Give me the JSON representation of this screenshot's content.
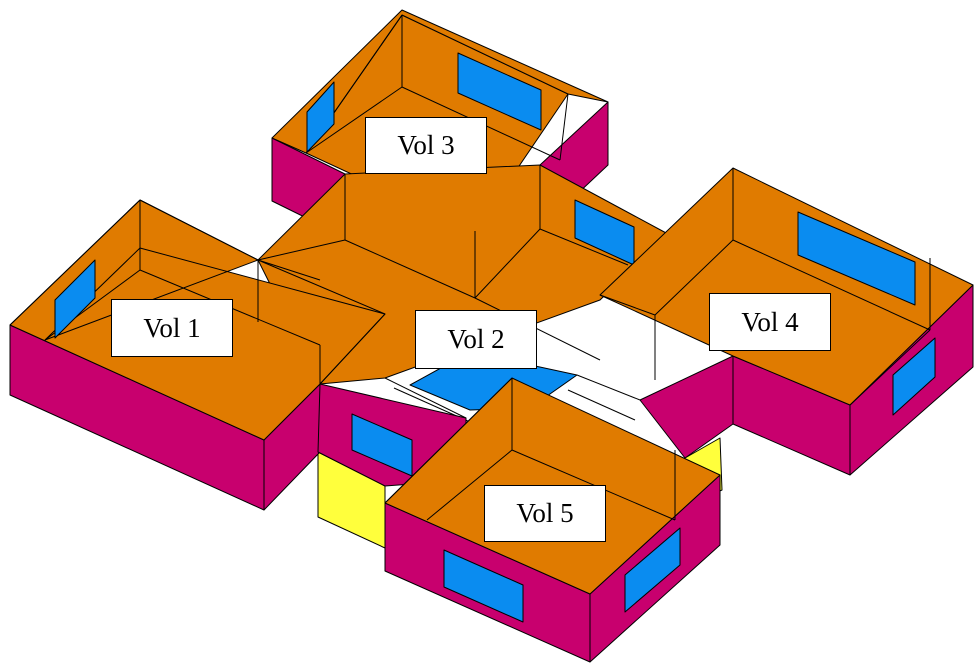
{
  "colors": {
    "floor": "#E07B00",
    "wall": "#E07B00",
    "exterior": "#C8006E",
    "window": "#0A8CF0",
    "yellow": "#FFFF3C",
    "outline": "#000000"
  },
  "volumes": [
    {
      "id": "vol1",
      "label": "Vol 1"
    },
    {
      "id": "vol2",
      "label": "Vol 2"
    },
    {
      "id": "vol3",
      "label": "Vol 3"
    },
    {
      "id": "vol4",
      "label": "Vol 4"
    },
    {
      "id": "vol5",
      "label": "Vol 5"
    }
  ]
}
